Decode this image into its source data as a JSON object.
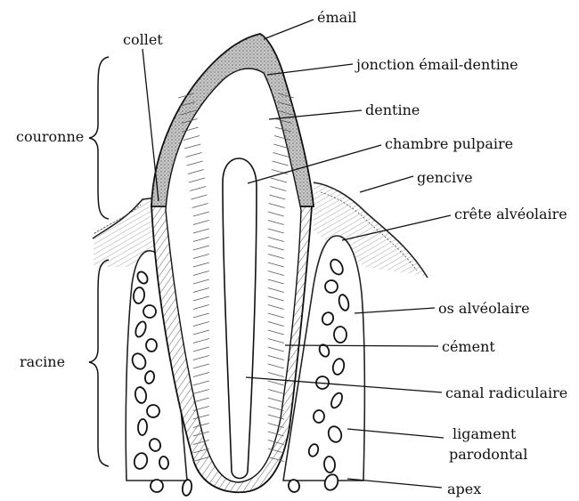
{
  "labels": {
    "email": "émail",
    "collet": "collet",
    "jonction": "jonction émail-dentine",
    "couronne": "couronne",
    "dentine": "dentine",
    "chambre": "chambre pulpaire",
    "gencive": "gencive",
    "crete": "crête alvéolaire",
    "os": "os alvéolaire",
    "racine": "racine",
    "cement": "cément",
    "canal": "canal radiculaire",
    "ligament_1": "ligament",
    "ligament_2": "parodontal",
    "apex": "apex"
  }
}
